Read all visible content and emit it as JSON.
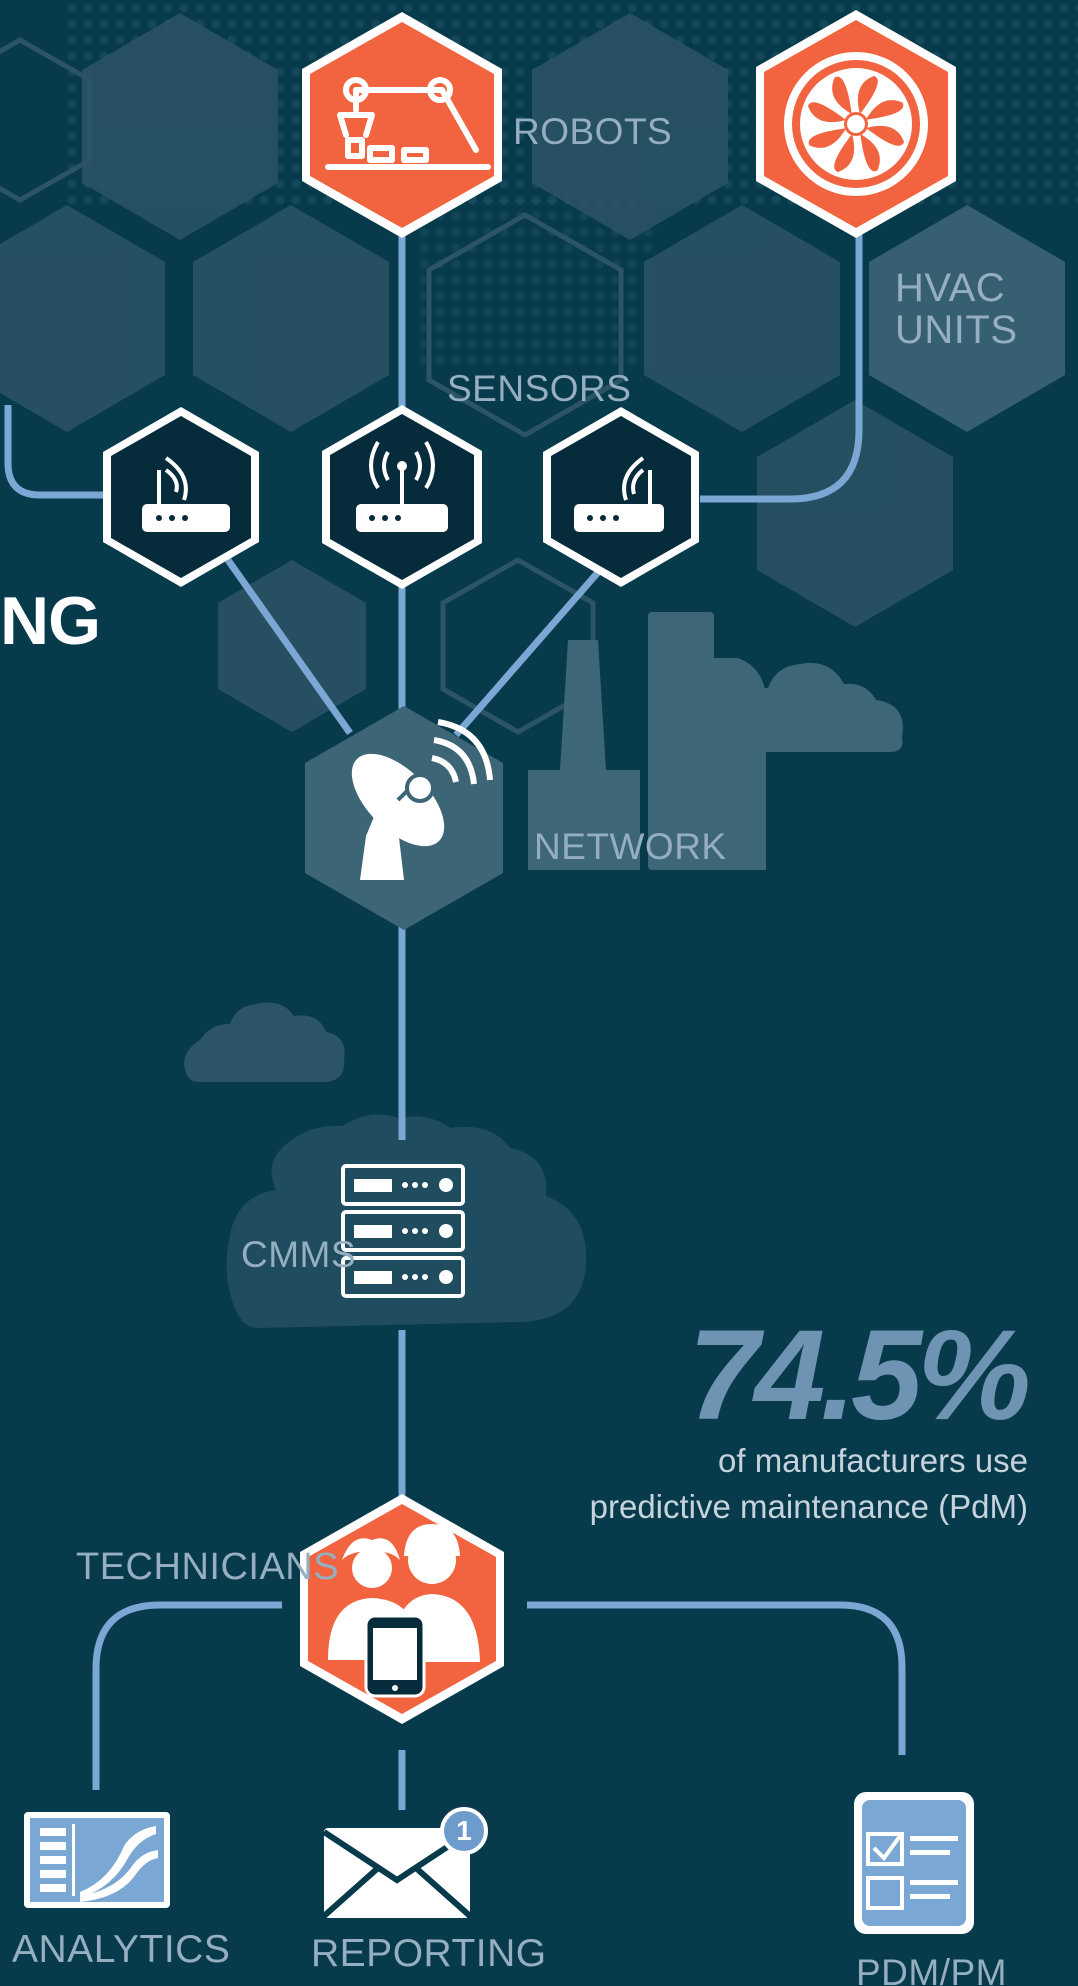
{
  "diagram": {
    "heading_fragment": "NG",
    "nodes": {
      "robots": "ROBOTS",
      "hvac_line1": "HVAC",
      "hvac_line2": "UNITS",
      "sensors": "SENSORS",
      "network": "NETWORK",
      "cmms": "CMMS",
      "technicians": "TECHNICIANS",
      "analytics": "ANALYTICS",
      "reporting": "REPORTING",
      "pdm_pm": "PDM/PM"
    },
    "stat": {
      "value": "74.5%",
      "caption": "of manufacturers use predictive maintenance (PdM)"
    },
    "notification_count": "1"
  },
  "colors": {
    "background": "#073a4b",
    "hexagon_faint": "#2b5466",
    "hexagon_mid": "#3c6576",
    "accent_orange": "#f26440",
    "sensor_dark": "#062b3a",
    "connector": "#7aa7d3",
    "label_text": "#95aec0",
    "stat_value": "#6e93b3"
  }
}
